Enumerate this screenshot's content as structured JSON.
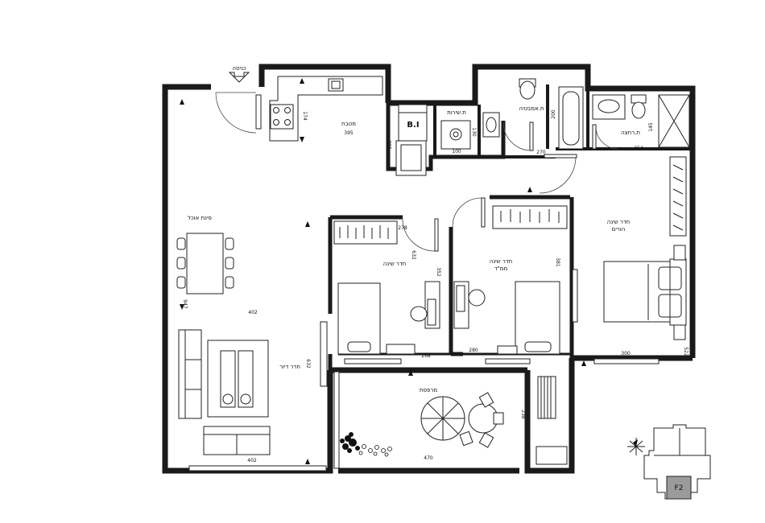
{
  "labels": {
    "entrance": "כניסה",
    "kitchen": "מטבח",
    "dining": "פינת אוכל",
    "living": "חדר דיור",
    "bedroom": "חדר שינה",
    "mamad_line1": "חדר שינה",
    "mamad_line2": "ממ\"ד",
    "master_line1": "חדר שינה",
    "master_line2": "הורים",
    "services": "ת.שירות",
    "bathroom": "ת.אמבטיה",
    "shower": "ת.רחצה",
    "balcony": "מרפסת",
    "builtin": "B.I",
    "unit": "F2"
  },
  "dimensions": {
    "kitchen_w": "395",
    "kitchen_h": "174",
    "bi_h": "180",
    "wash_w": "100",
    "wash_h": "130",
    "bath_h": "200",
    "hall_w": "270",
    "shower_h": "145",
    "shower_w": "254",
    "bed1_side": "278",
    "bed1_h": "632",
    "bed1_h2": "352",
    "bed1_w": "268",
    "mamad_h": "381",
    "mamad_w": "280",
    "master_w": "300",
    "master_h": "522",
    "living_w": "402",
    "living_h": "947",
    "living_bottom": "402",
    "living_side": "632",
    "balcony_w": "470",
    "balcony_h": "238"
  }
}
